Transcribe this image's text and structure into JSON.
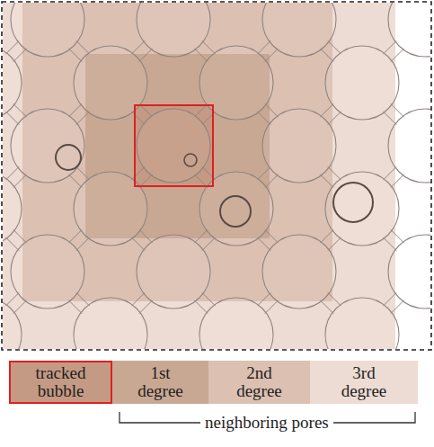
{
  "diagram": {
    "labels": [
      "neighboring pores"
    ],
    "legend": [
      {
        "text": "tracked bubble",
        "color": "#c49a84"
      },
      {
        "text": "1st degree",
        "color": "#c9a893"
      },
      {
        "text": "2nd degree",
        "color": "#dcc0b2"
      },
      {
        "text": "3rd degree",
        "color": "#eddcd3"
      }
    ]
  }
}
